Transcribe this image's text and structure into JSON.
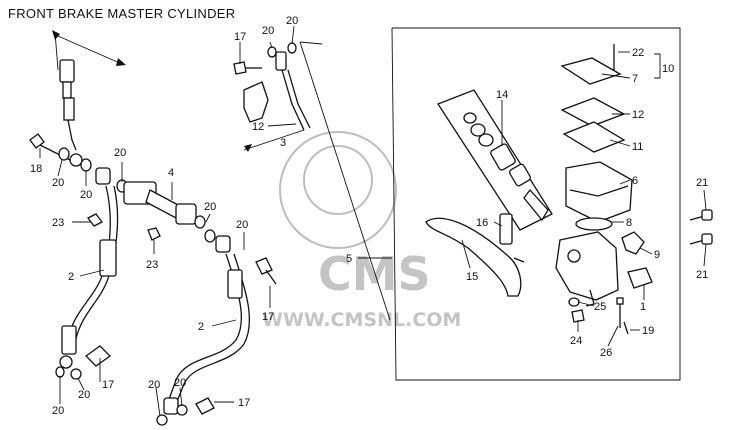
{
  "title": "FRONT BRAKE MASTER CYLINDER",
  "watermark": {
    "logo": "CMS",
    "url": "WWW.CMSNL.COM"
  },
  "colors": {
    "line": "#111111",
    "watermark": "#c4c4c4",
    "background": "#ffffff"
  },
  "callouts": {
    "c20a": "20",
    "c20b": "20",
    "c20c": "20",
    "c20d": "20",
    "c20e": "20",
    "c20f": "20",
    "c20g": "20",
    "c20h": "20",
    "c20i": "20",
    "c20j": "20",
    "c17a": "17",
    "c17b": "17",
    "c17c": "17",
    "c17d": "17",
    "c18": "18",
    "c23a": "23",
    "c23b": "23",
    "c2a": "2",
    "c2b": "2",
    "c4": "4",
    "c12a": "12",
    "c3": "3",
    "c14": "14",
    "c16": "16",
    "c5": "5",
    "c15": "15",
    "c22": "22",
    "c7": "7",
    "c10": "10",
    "c12b": "12",
    "c11": "11",
    "c6": "6",
    "c8": "8",
    "c9": "9",
    "c1": "1",
    "c25": "25",
    "c24": "24",
    "c26": "26",
    "c19": "19",
    "c21a": "21",
    "c21b": "21"
  }
}
